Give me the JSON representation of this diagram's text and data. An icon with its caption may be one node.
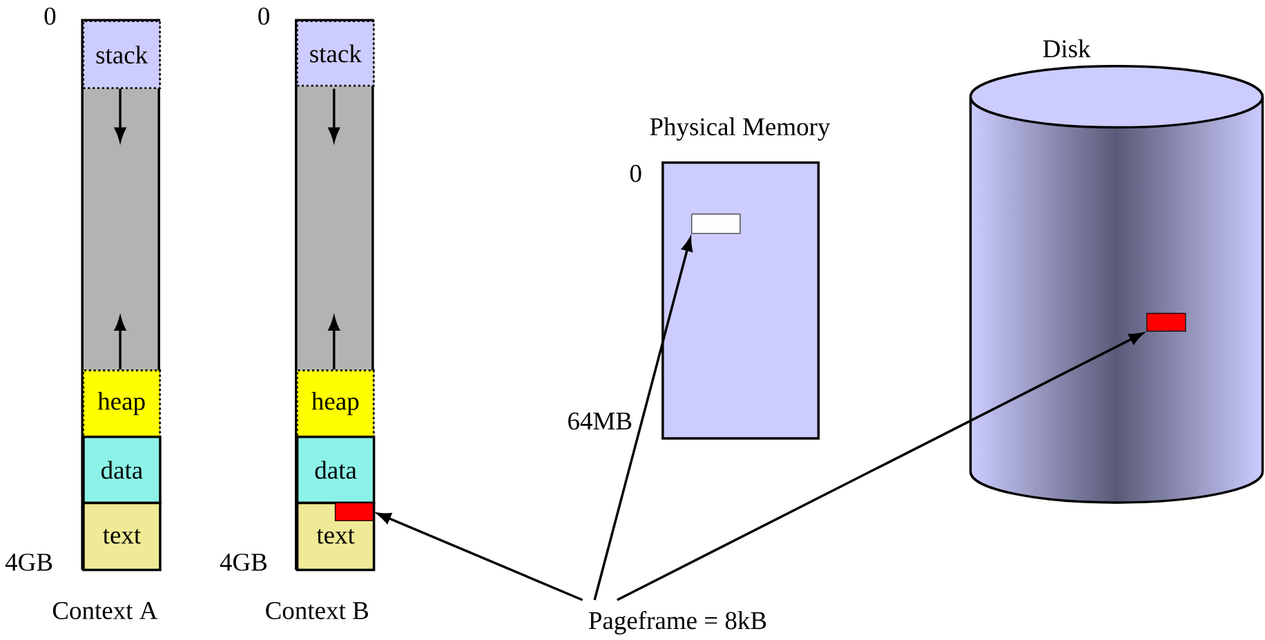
{
  "diagram": {
    "nodes": [
      {
        "text": [
          "stack"
        ]
      },
      {
        "text": [
          "heap"
        ]
      },
      {
        "text": [
          "data"
        ]
      },
      {
        "text": [
          "text"
        ]
      },
      {
        "text": [
          "stack"
        ]
      },
      {
        "text": [
          "heap"
        ]
      },
      {
        "text": [
          "data"
        ]
      },
      {
        "text": [
          "text"
        ]
      },
      {
        "text": [],
        "shape": "box",
        "in": 7
      },
      {
        "text": [
          "Physical Memory"
        ]
      },
      {
        "text": [],
        "shape": "box",
        "in": 9
      },
      {
        "text": [
          "Disk"
        ]
      },
      {
        "text": [],
        "shape": "box",
        "in": 11
      },
      {
        "text": [
          "Pageframe = 8kB"
        ]
      }
    ],
    "edges": [
      {
        "from": 13,
        "to": 8,
        "arrow": "to"
      },
      {
        "from": 13,
        "to": 10,
        "arrow": "to"
      },
      {
        "from": 13,
        "to": 12,
        "arrow": "to"
      }
    ],
    "labels": [
      "0",
      "4GB",
      "Context A",
      "0",
      "4GB",
      "Context B",
      "0",
      "64MB"
    ]
  }
}
